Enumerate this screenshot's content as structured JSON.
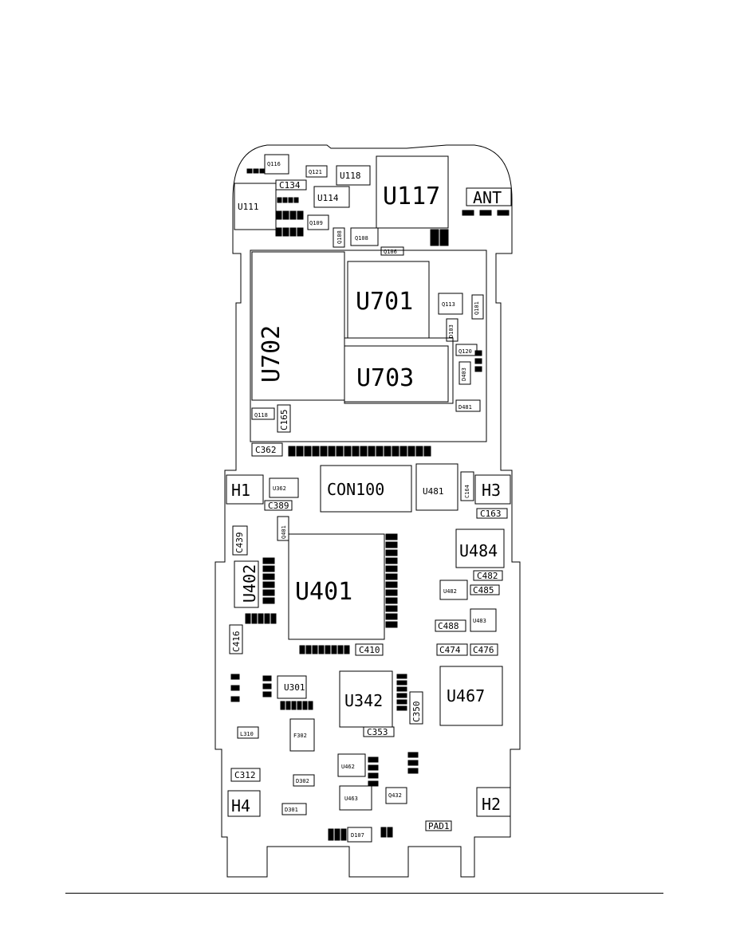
{
  "labels": {
    "ant": "ANT",
    "u117": "U117",
    "u118": "U118",
    "u114": "U114",
    "u111": "U111",
    "c134": "C134",
    "q116": "Q116",
    "q121": "Q121",
    "q109": "Q109",
    "q108": "Q108",
    "q106": "Q106",
    "u702": "U702",
    "u701": "U701",
    "u703": "U703",
    "q113": "Q113",
    "q101": "Q101",
    "d103": "D103",
    "q120": "Q120",
    "d403": "D403",
    "d481": "D481",
    "q118": "Q118",
    "c165": "C165",
    "c362": "C362",
    "h1": "H1",
    "u362": "U362",
    "c389": "C389",
    "con100": "CON100",
    "u481": "U481",
    "c164": "C164",
    "h3": "H3",
    "c163": "C163",
    "q401": "Q401",
    "c439": "C439",
    "u402": "U402",
    "u401": "U401",
    "u484": "U484",
    "c482": "C482",
    "u482": "U482",
    "c485": "C485",
    "c488": "C488",
    "u483": "U483",
    "c416": "C416",
    "c410": "C410",
    "c474": "C474",
    "c476": "C476",
    "u301": "U301",
    "u342": "U342",
    "c350": "C350",
    "c353": "C353",
    "u467": "U467",
    "l310": "L310",
    "f302": "F302",
    "c312": "C312",
    "u462": "U462",
    "u463": "U463",
    "q432": "Q432",
    "h4": "H4",
    "d301": "D301",
    "d302": "D302",
    "h2": "H2",
    "d107": "D107",
    "pad1": "PAD1"
  }
}
